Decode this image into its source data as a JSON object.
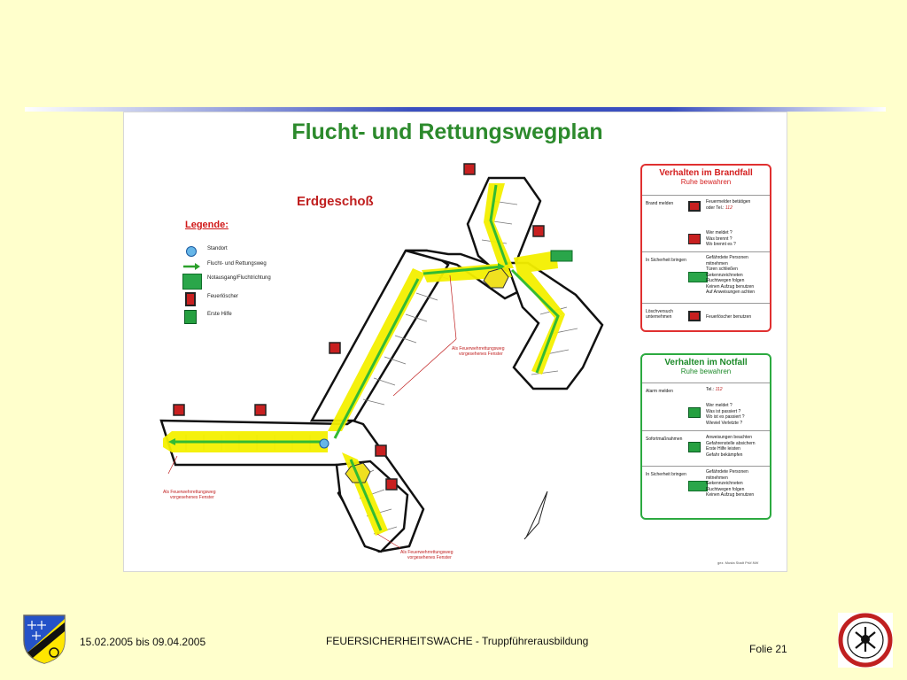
{
  "slide": {
    "title": "Flucht- und Rettungswegplan",
    "floor": "Erdgeschoß",
    "legend": {
      "title": "Legende:",
      "items": [
        {
          "icon": "location-dot-icon",
          "label": "Standort"
        },
        {
          "icon": "green-arrow-icon",
          "label": "Flucht- und Rettungsweg"
        },
        {
          "icon": "emergency-exit-sign-icon",
          "label": "Notausgang/Fluchtrichtung"
        },
        {
          "icon": "fire-extinguisher-icon",
          "label": "Feuerlöscher"
        },
        {
          "icon": "first-aid-icon",
          "label": "Erste Hilfe"
        }
      ]
    },
    "annotations": {
      "window_1_line1": "Als Feuerwehrrettungsweg",
      "window_1_line2": "vorgesehenes Fenster",
      "window_2_line1": "Als Feuerwehrrettungsweg",
      "window_2_line2": "vorgesehenes Fenster",
      "window_3_line1": "Als Feuerwehrrettungsweg",
      "window_3_line2": "vorgesehenes Fenster"
    },
    "fire_panel": {
      "title": "Verhalten im Brandfall",
      "subtitle": "Ruhe bewahren",
      "rows": [
        {
          "label": "Brand melden",
          "lines": [
            "Feuermelder betätigen",
            "oder Tel.:"
          ],
          "tel": "112"
        },
        {
          "label": "",
          "lines": [
            "Wer meldet ?",
            "Was brennt ?",
            "Wo brennt es ?"
          ]
        },
        {
          "label": "In Sicherheit bringen",
          "lines": [
            "Gefährdete Personen",
            "mitnehmen",
            "Türen schließen",
            "Gekennzeichneten",
            "Fluchtwegen folgen",
            "Keinen Aufzug benutzen",
            "Auf Anweisungen achten"
          ]
        },
        {
          "label": "Löschversuch unternehmen",
          "lines": [
            "Feuerlöscher benutzen"
          ]
        }
      ]
    },
    "emergency_panel": {
      "title": "Verhalten im Notfall",
      "subtitle": "Ruhe bewahren",
      "rows": [
        {
          "label": "Alarm melden",
          "lines": [
            "Tel.:"
          ],
          "tel": "112"
        },
        {
          "label": "",
          "lines": [
            "Wer meldet ?",
            "Was ist passiert ?",
            "Wo ist es passiert ?",
            "Wieviel Verletzte ?"
          ]
        },
        {
          "label": "Sofortmaßnahmen",
          "lines": [
            "Anweisungen beachten",
            "Gefahrenstelle absichern",
            "Erste Hilfe leisten",
            "Gefahr bekämpfen"
          ]
        },
        {
          "label": "In Sicherheit bringen",
          "lines": [
            "Gefährdete Personen",
            "mitnehmen",
            "Gekennzeichneten",
            "Fluchtwegen folgen",
            "Keinen Aufzug benutzen"
          ]
        }
      ]
    },
    "credit": "gez. Musta Stadt Prüf.NW"
  },
  "footer": {
    "date_range": "15.02.2005 bis 09.04.2005",
    "center_text": "FEUERSICHERHEITSWACHE -  Truppführerausbildung",
    "page": "Folie 21"
  },
  "colors": {
    "background": "#FFFFCC",
    "title_green": "#2c8a2c",
    "fire_red": "#e03030",
    "emergency_green": "#2caa40",
    "escape_route_green": "#33bb33",
    "corridor_yellow": "#f4f000",
    "accent_blue": "#3a4fbf"
  }
}
